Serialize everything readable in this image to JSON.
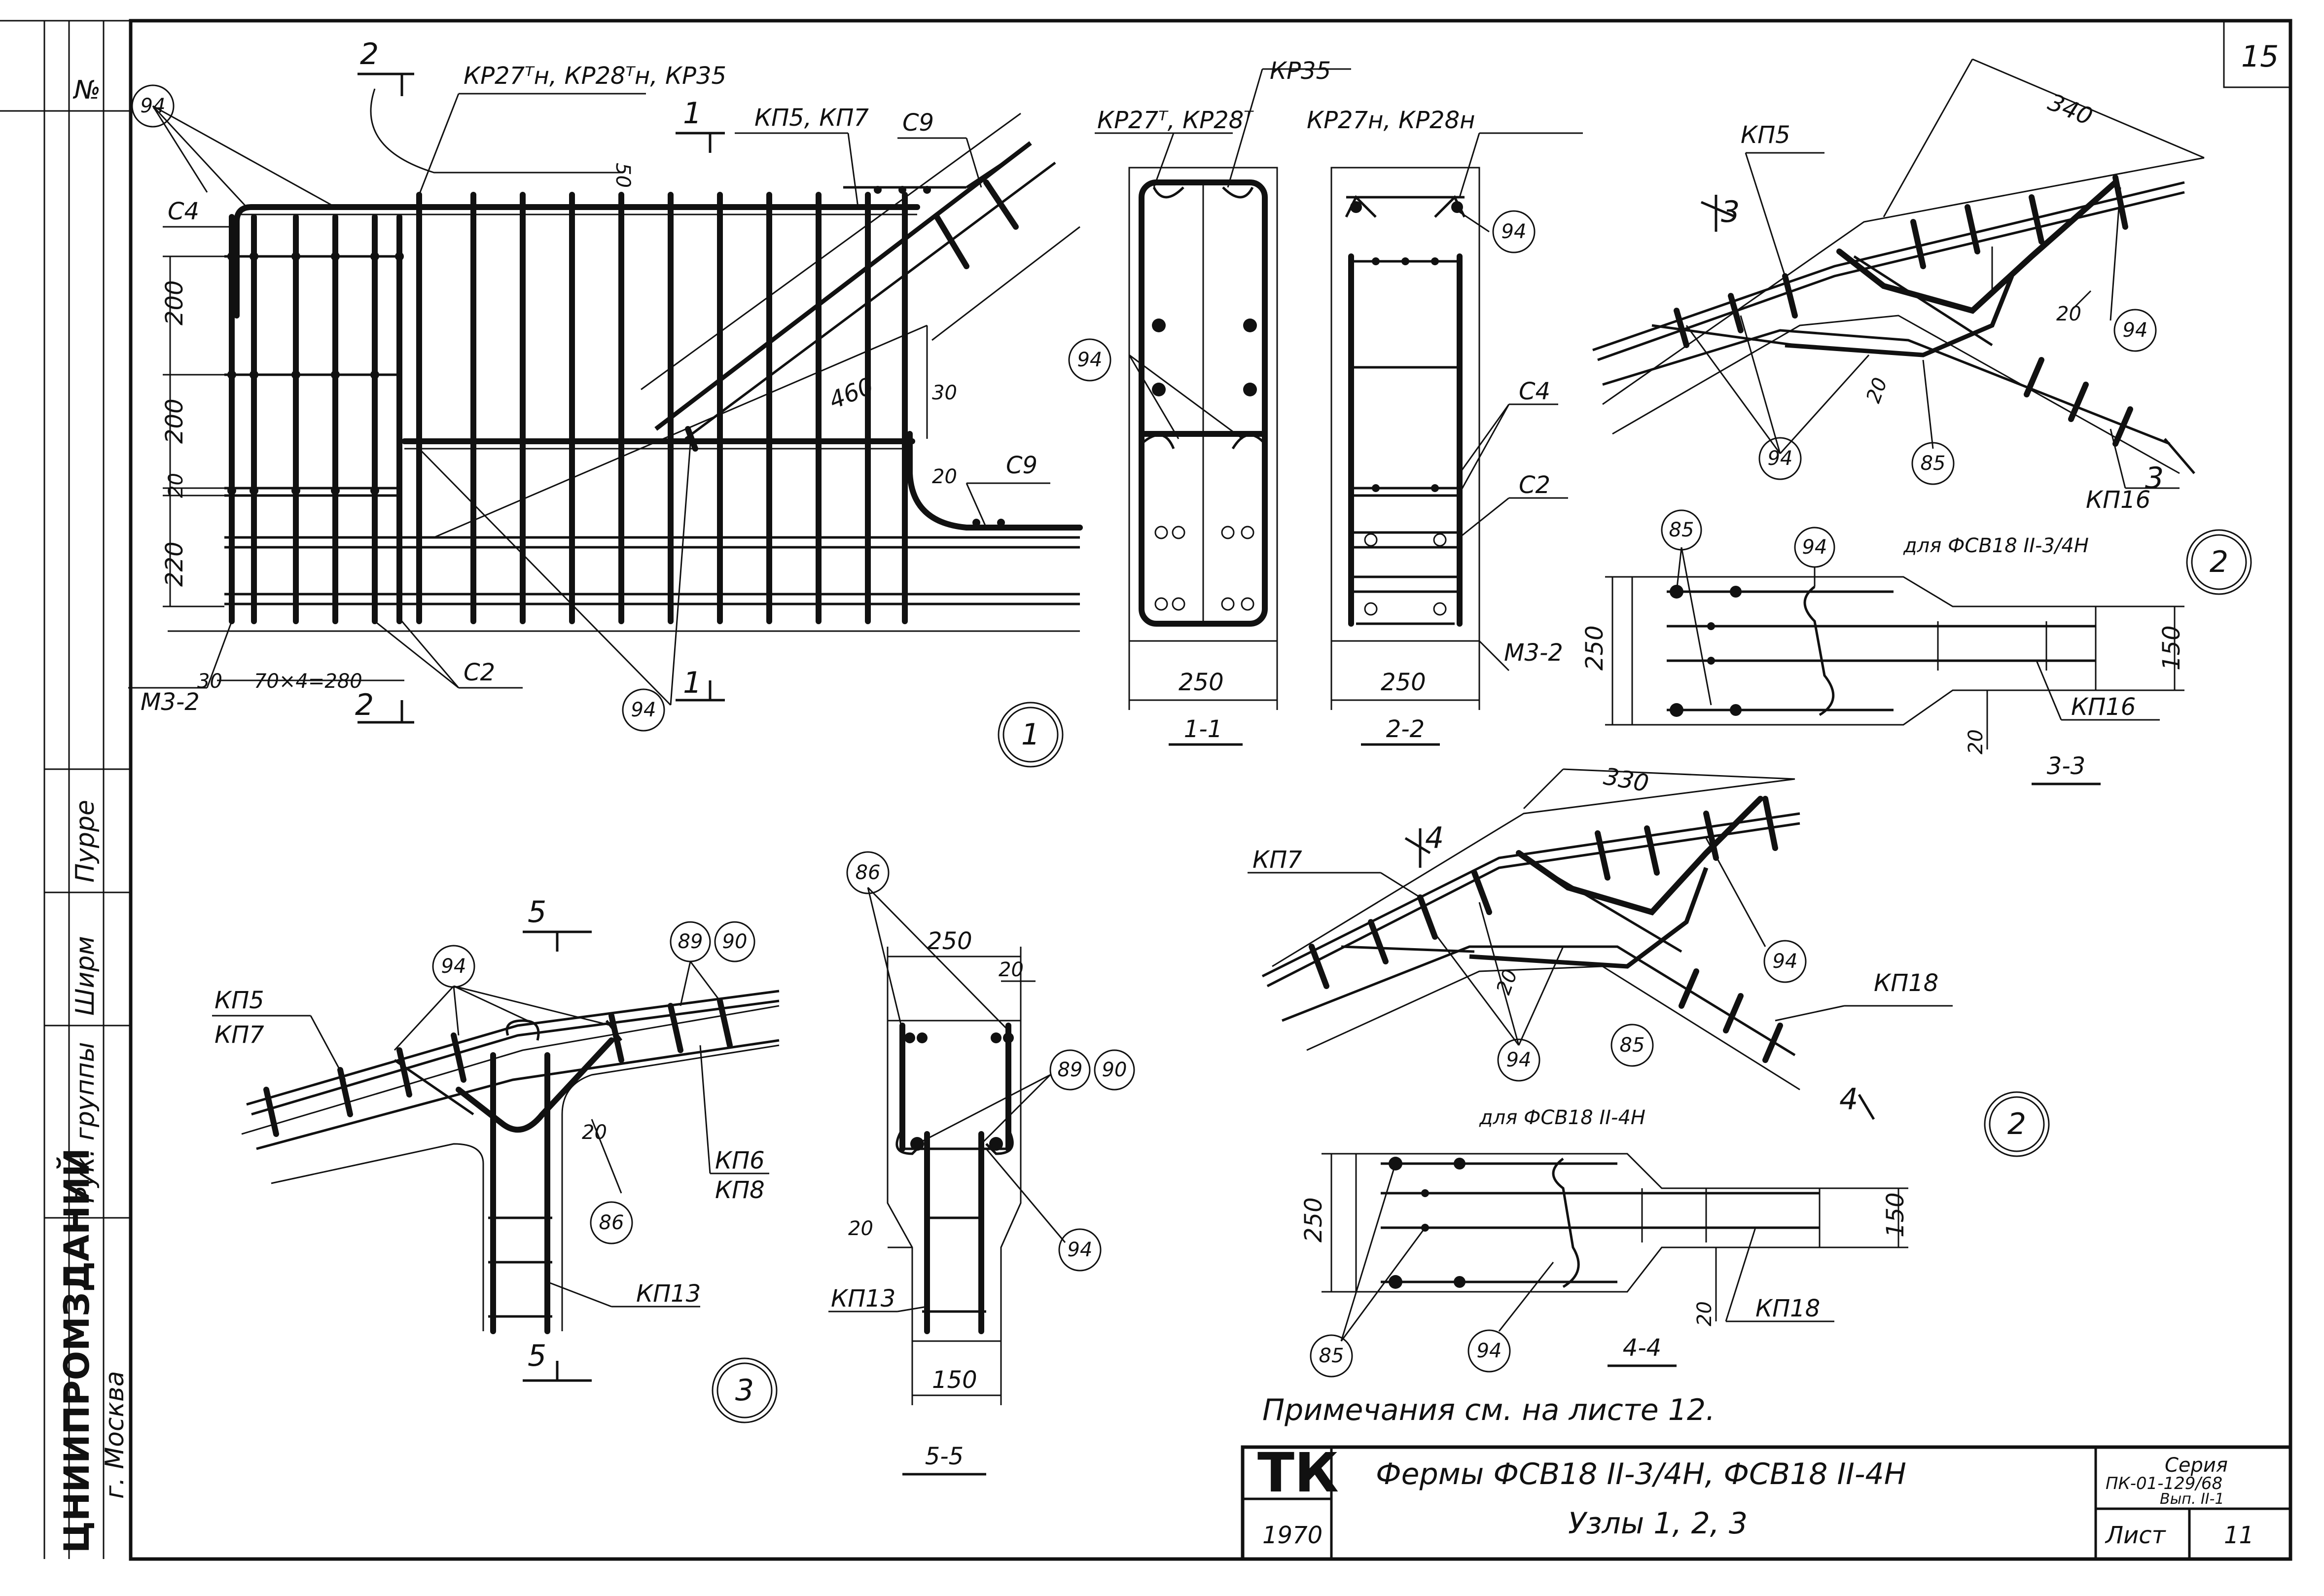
{
  "sheet": {
    "sheet_corner_no": "15",
    "title_block": {
      "org_code": "ТК",
      "year": "1970",
      "title_line1": "Фермы ФСВ18 II-3/4Н, ФСВ18 II-4Н",
      "title_line2": "Узлы 1, 2, 3",
      "series_l1": "Серия",
      "series_l2": "ПК-01-129/68",
      "series_l3": "Вып. II-1",
      "sheet_label": "Лист",
      "sheet_number": "11"
    },
    "left_strip": {
      "no_label": "№",
      "group_head_label": "Рук. группы",
      "signature1": "Ширм",
      "signature2": "Пурре",
      "institute": "ЦНИИПРОМЗДАНИЙ",
      "city": "г. Москва"
    },
    "note": "Примечания см. на листе 12.",
    "node1": {
      "node_no": "1",
      "labels": {
        "kr_top": "КР27ᵀн, КР28ᵀн, КР35",
        "kp5_kp7": "КП5, КП7",
        "c9_top": "С9",
        "c9_mid": "С9",
        "c4": "С4",
        "c2": "С2",
        "m3_2": "М3-2",
        "dim_200a": "200",
        "dim_200b": "200",
        "dim_20a": "20",
        "dim_220": "220",
        "dim_30_left": "30",
        "dim_70x4": "70×4=280",
        "dim_50": "50",
        "dim_460": "460",
        "dim_30_right": "30",
        "dim_20_right": "20",
        "mark_94_a": "94",
        "mark_94_b": "94",
        "cut_1_top": "1",
        "cut_1_bottom": "1",
        "cut_2_top": "2",
        "cut_2_bottom": "2"
      }
    },
    "section_1_1": {
      "kr35": "КР35",
      "kr27t": "КР27ᵀ, КР28ᵀ",
      "mark_94": "94",
      "width": "250",
      "title": "1-1"
    },
    "section_2_2": {
      "kr27n": "КР27н, КР28н",
      "mark_94": "94",
      "c4": "С4",
      "c2": "С2",
      "m3_2": "М3-2",
      "width": "250",
      "title": "2-2"
    },
    "node2_top": {
      "node_no": "2",
      "kp5": "КП5",
      "kp16": "КП16",
      "dim_340": "340",
      "dim_20a": "20",
      "dim_20b": "20",
      "mark_94_a": "94",
      "mark_94_b": "94",
      "mark_85": "85",
      "cut_3_top": "3",
      "cut_3_bottom": "3"
    },
    "section_3_3": {
      "for_label": "для ФСВ18 II-3/4Н",
      "mark_85": "85",
      "mark_94": "94",
      "dim_250": "250",
      "dim_150": "150",
      "dim_20": "20",
      "kp16": "КП16",
      "title": "3-3"
    },
    "node2_bottom": {
      "node_no": "2",
      "kp7": "КП7",
      "kp18": "КП18",
      "dim_330": "330",
      "dim_20": "20",
      "mark_94_a": "94",
      "mark_94_b": "94",
      "mark_85": "85",
      "cut_4_top": "4",
      "cut_4_bottom": "4",
      "for_label": "для ФСВ18 II-4Н"
    },
    "section_4_4": {
      "dim_250": "250",
      "dim_150": "150",
      "dim_20": "20",
      "kp18": "КП18",
      "mark_85": "85",
      "mark_94": "94",
      "title": "4-4"
    },
    "node3": {
      "node_no": "3",
      "kp5": "КП5",
      "kp7": "КП7",
      "kp6": "КП6",
      "kp8": "КП8",
      "kp13": "КП13",
      "mark_94": "94",
      "mark_89": "89",
      "mark_90": "90",
      "mark_86": "86",
      "dim_20": "20",
      "cut_5_top": "5",
      "cut_5_bottom": "5"
    },
    "section_5_5": {
      "mark_86": "86",
      "mark_89": "89",
      "mark_90": "90",
      "mark_94": "94",
      "dim_250": "250",
      "dim_20a": "20",
      "dim_20b": "20",
      "dim_150": "150",
      "kp13": "КП13",
      "title": "5-5"
    }
  }
}
